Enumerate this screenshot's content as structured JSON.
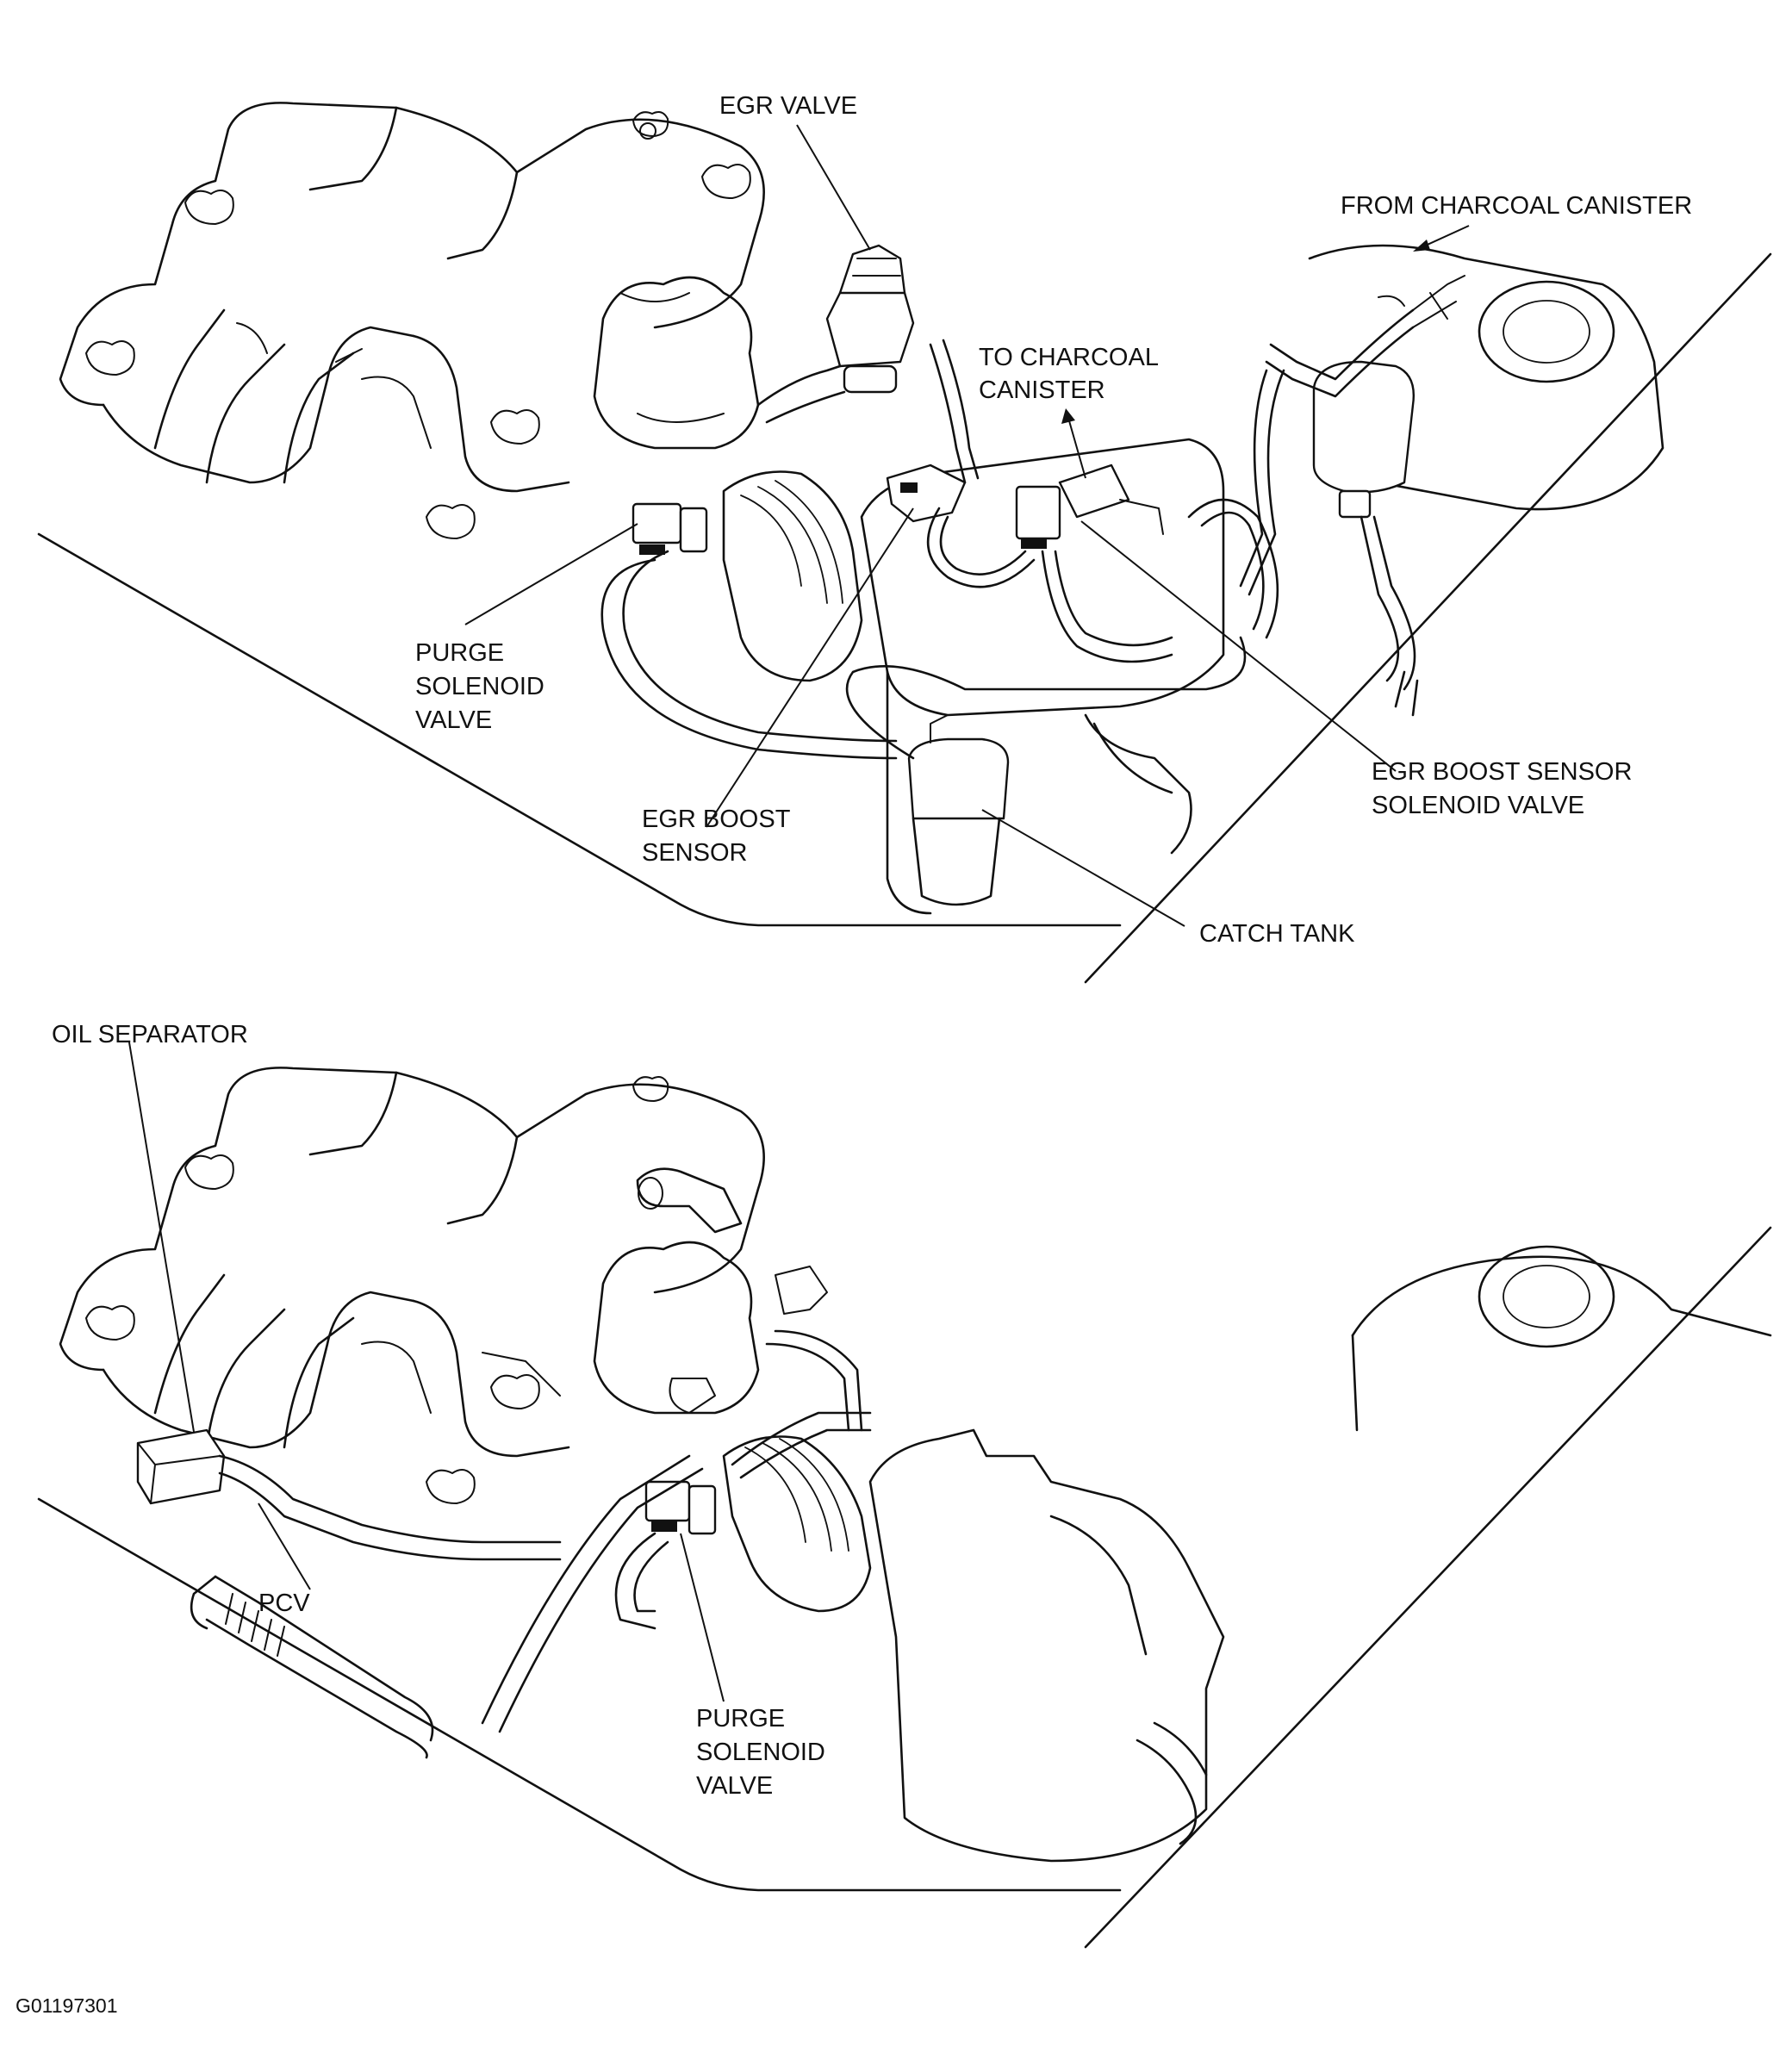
{
  "labels": {
    "egr_valve": "EGR VALVE",
    "from_charcoal_canister": "FROM CHARCOAL CANISTER",
    "to_charcoal_canister_1": "TO CHARCOAL",
    "to_charcoal_canister_2": "CANISTER",
    "purge_top_1": "PURGE",
    "purge_top_2": "SOLENOID",
    "purge_top_3": "VALVE",
    "egr_boost_sensor_1": "EGR BOOST",
    "egr_boost_sensor_2": "SENSOR",
    "egr_boost_solenoid_1": "EGR BOOST SENSOR",
    "egr_boost_solenoid_2": "SOLENOID VALVE",
    "catch_tank": "CATCH TANK",
    "oil_separator": "OIL SEPARATOR",
    "pcv": "PCV",
    "purge_bottom_1": "PURGE",
    "purge_bottom_2": "SOLENOID",
    "purge_bottom_3": "VALVE"
  },
  "figure_code": "G01197301"
}
